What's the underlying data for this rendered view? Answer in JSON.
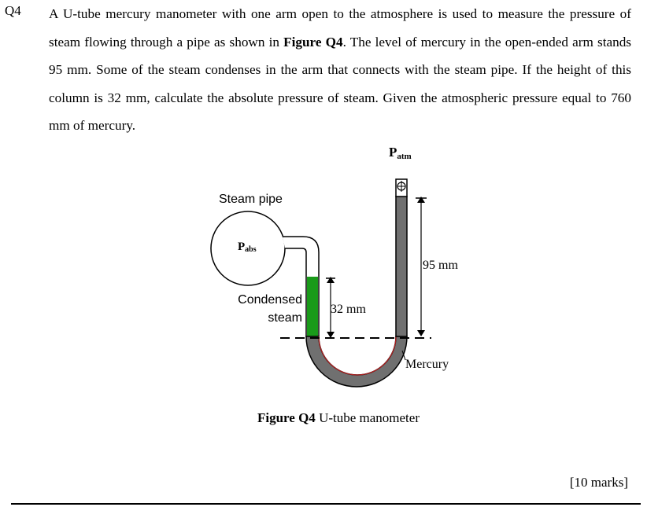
{
  "question": {
    "number": "Q4",
    "text_part1": "A U-tube mercury manometer with one arm open to the atmosphere is used to measure the pressure of steam flowing through a pipe as shown in ",
    "figure_ref": "Figure Q4",
    "text_part2": ". The level of mercury in the open-ended arm stands 95 mm. Some of the steam condenses in the arm that connects with the steam pipe. If the height of this column is 32 mm, calculate the absolute pressure of steam. Given the atmospheric pressure equal to 760 mm of mercury."
  },
  "figure": {
    "p_atm_main": "P",
    "p_atm_sub": "atm",
    "steam_pipe_label": "Steam pipe",
    "p_abs_main": "P",
    "p_abs_sub": "abs",
    "condensed_label_1": "Condensed",
    "condensed_label_2": "steam",
    "dim_32": "32 mm",
    "dim_95": "95 mm",
    "mercury_label": "Mercury",
    "caption_bold": "Figure Q4",
    "caption_rest": " U-tube manometer",
    "colors": {
      "mercury": "#707070",
      "condensate": "#1a9a1a",
      "tube_outline": "#000000"
    }
  },
  "marks": "[10 marks]"
}
